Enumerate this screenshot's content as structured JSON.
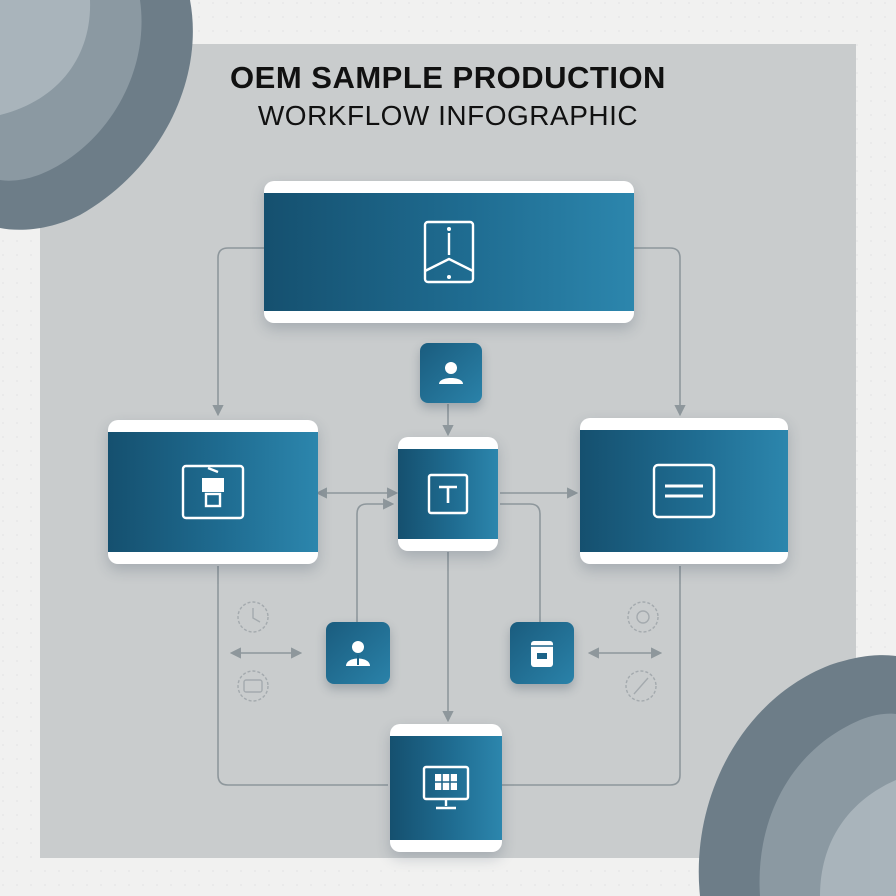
{
  "header": {
    "title": "OEM SAMPLE PRODUCTION",
    "subtitle": "WORKFLOW INFOGRAPHIC"
  },
  "colors": {
    "page": "#f1f1f0",
    "panel": "#c9cccd",
    "swirl": "#6d7d88",
    "card_band": "#1c6388",
    "card_frame": "#ffffff",
    "connector": "#8e979c",
    "faint_icon": "#a4aaae"
  },
  "nodes": [
    {
      "id": "top-card",
      "kind": "card",
      "icon": "document-icon"
    },
    {
      "id": "left-card",
      "kind": "card",
      "icon": "machine-icon"
    },
    {
      "id": "right-card",
      "kind": "card",
      "icon": "list-icon"
    },
    {
      "id": "center-card",
      "kind": "card",
      "icon": "t-icon"
    },
    {
      "id": "bottom-card",
      "kind": "card",
      "icon": "monitor-icon"
    },
    {
      "id": "user-tile-top",
      "kind": "tile",
      "icon": "user-icon"
    },
    {
      "id": "user-tile-left",
      "kind": "tile",
      "icon": "user-icon"
    },
    {
      "id": "box-tile-right",
      "kind": "tile",
      "icon": "box-icon"
    }
  ],
  "decorative_icons": [
    "clock-icon",
    "gear-icon",
    "settings-icon",
    "wrench-icon"
  ]
}
